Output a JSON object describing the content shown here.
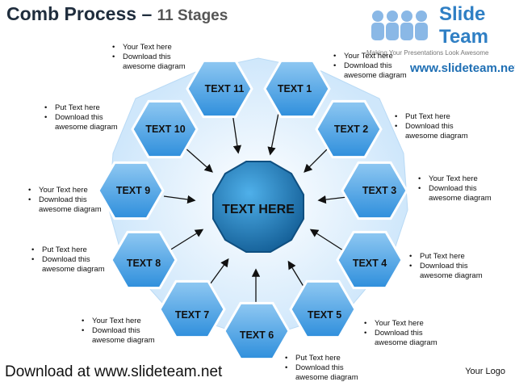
{
  "title": {
    "main": "Comb Process",
    "dash": " – ",
    "stages": "11 Stages"
  },
  "logo": {
    "line1": "Slide",
    "line2": "Team",
    "tagline": "Making Your Presentations Look Awesome",
    "site": "www.slideteam.net",
    "icon": "people-group-icon"
  },
  "center": {
    "label": "TEXT HERE"
  },
  "hexagons": [
    {
      "id": "text-1",
      "label": "TEXT 1"
    },
    {
      "id": "text-2",
      "label": "TEXT 2"
    },
    {
      "id": "text-3",
      "label": "TEXT 3"
    },
    {
      "id": "text-4",
      "label": "TEXT 4"
    },
    {
      "id": "text-5",
      "label": "TEXT 5"
    },
    {
      "id": "text-6",
      "label": "TEXT 6"
    },
    {
      "id": "text-7",
      "label": "TEXT 7"
    },
    {
      "id": "text-8",
      "label": "TEXT 8"
    },
    {
      "id": "text-9",
      "label": "TEXT 9"
    },
    {
      "id": "text-10",
      "label": "TEXT 10"
    },
    {
      "id": "text-11",
      "label": "TEXT 11"
    }
  ],
  "notes": [
    {
      "id": "note-top-left",
      "lines": [
        "Your Text here",
        "Download this",
        "awesome diagram"
      ]
    },
    {
      "id": "note-top-right",
      "lines": [
        "Your Text here",
        "Download this",
        "awesome diagram"
      ]
    },
    {
      "id": "note-text10",
      "lines": [
        "Put Text here",
        "Download this",
        "awesome diagram"
      ]
    },
    {
      "id": "note-text2",
      "lines": [
        "Put Text here",
        "Download this",
        "awesome diagram"
      ]
    },
    {
      "id": "note-text9",
      "lines": [
        "Your Text here",
        "Download this",
        "awesome diagram"
      ]
    },
    {
      "id": "note-text3",
      "lines": [
        "Your Text here",
        "Download this",
        "awesome diagram"
      ]
    },
    {
      "id": "note-text8",
      "lines": [
        "Put Text here",
        "Download this",
        "awesome diagram"
      ]
    },
    {
      "id": "note-text4",
      "lines": [
        "Put Text here",
        "Download this",
        "awesome diagram"
      ]
    },
    {
      "id": "note-text7",
      "lines": [
        "Your Text here",
        "Download this",
        "awesome diagram"
      ]
    },
    {
      "id": "note-text5",
      "lines": [
        "Your Text here",
        "Download this",
        "awesome diagram"
      ]
    },
    {
      "id": "note-text6",
      "lines": [
        "Put Text here",
        "Download this",
        "awesome diagram"
      ]
    }
  ],
  "footer": {
    "download": "Download at www.slideteam.net",
    "your_logo": "Your Logo"
  },
  "colors": {
    "hex_fill": "#3d9ae0",
    "hex_stroke": "#ffffff",
    "center": "#1d78b8",
    "plate": "#dcefff",
    "text": "#1a1a1a"
  }
}
